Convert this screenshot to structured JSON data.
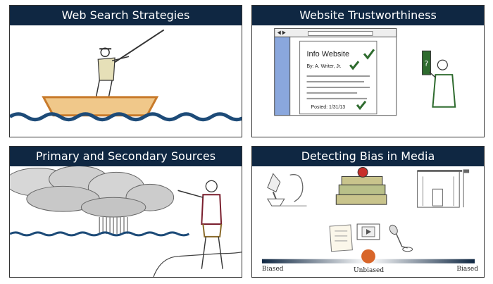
{
  "panels": [
    {
      "title": "Web Search Strategies"
    },
    {
      "title": "Website Trustworthiness",
      "site": {
        "heading": "Info Website",
        "author": "By: A. Writer, Jr.",
        "posted": "Posted:  1/31/13",
        "book_mark": "?"
      }
    },
    {
      "title": "Primary and Secondary Sources"
    },
    {
      "title": "Detecting Bias in Media",
      "scale": {
        "left": "Biased",
        "center": "Unbiased",
        "right": "Biased"
      }
    }
  ],
  "colors": {
    "title_bar": "#0f2742",
    "water": "#1d4b78",
    "boat": "#c87a2a",
    "green": "#2e6b2e",
    "shirt_red": "#7a1f2e",
    "dot": "#d8662a"
  }
}
